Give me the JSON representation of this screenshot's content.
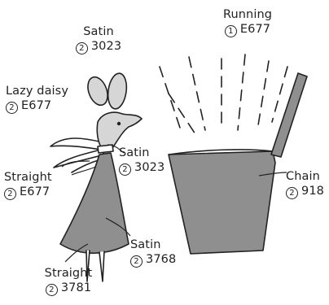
{
  "colors": {
    "ink": "#222222",
    "gray_fill": "#8f8f8f",
    "light_fill": "#d6d6d6",
    "white": "#ffffff"
  },
  "labels": {
    "satin_ears": {
      "stitch": "Satin",
      "strands": "2",
      "color": "3023"
    },
    "running": {
      "stitch": "Running",
      "strands": "1",
      "color": "E677"
    },
    "lazy_daisy": {
      "stitch": "Lazy daisy",
      "strands": "2",
      "color": "E677"
    },
    "satin_collar": {
      "stitch": "Satin",
      "strands": "2",
      "color": "3023"
    },
    "straight_arm": {
      "stitch": "Straight",
      "strands": "2",
      "color": "E677"
    },
    "chain": {
      "stitch": "Chain",
      "strands": "2",
      "color": "918"
    },
    "satin_dress": {
      "stitch": "Satin",
      "strands": "2",
      "color": "3768"
    },
    "straight_legs": {
      "stitch": "Straight",
      "strands": "2",
      "color": "3781"
    }
  }
}
